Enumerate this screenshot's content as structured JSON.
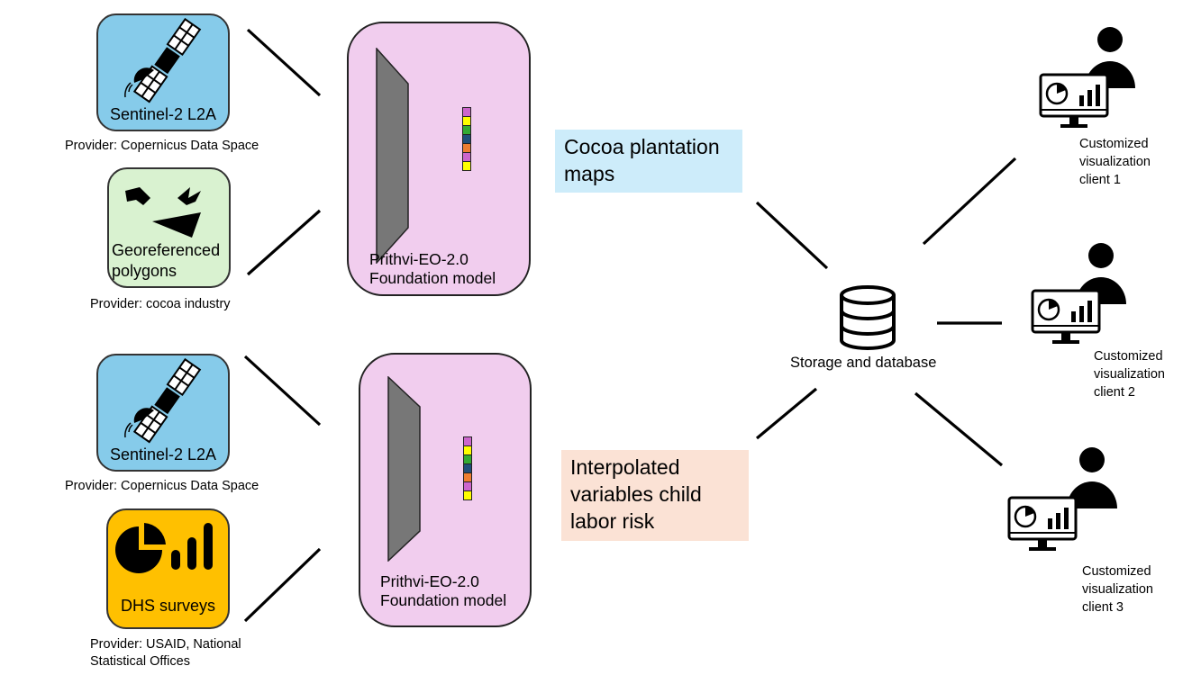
{
  "sources": [
    {
      "label": "Sentinel-2 L2A",
      "provider": "Provider: Copernicus Data Space",
      "icon": "satellite-icon",
      "color": "#86cbea"
    },
    {
      "label": "Georeferenced polygons",
      "provider": "Provider: cocoa industry",
      "icon": "polygons-icon",
      "color": "#d9f2d0"
    },
    {
      "label": "Sentinel-2 L2A",
      "provider": "Provider: Copernicus Data Space",
      "icon": "satellite-icon",
      "color": "#86cbea"
    },
    {
      "label": "DHS surveys",
      "provider_line1": "Provider: USAID, National",
      "provider_line2": "Statistical Offices",
      "icon": "chart-icon",
      "color": "#ffc000"
    }
  ],
  "models": [
    {
      "line1": "Prithvi-EO-2.0",
      "line2": "Foundation model",
      "color": "#f1cdee"
    },
    {
      "line1": "Prithvi-EO-2.0",
      "line2": "Foundation model",
      "color": "#f1cdee"
    }
  ],
  "embedding_colors": [
    "#cc66cc",
    "#ffff00",
    "#33aa33",
    "#1f4e79",
    "#ed7d31",
    "#cc66cc",
    "#ffff00"
  ],
  "outputs": [
    {
      "line1": "Cocoa plantation",
      "line2": "maps",
      "color": "#cdecfa"
    },
    {
      "line1": "Interpolated",
      "line2": "variables child",
      "line3": "labor risk",
      "color": "#fbe2d5"
    }
  ],
  "storage": {
    "label": "Storage and database",
    "icon": "database-icon"
  },
  "clients": [
    {
      "line1": "Customized",
      "line2": "visualization",
      "line3": "client 1"
    },
    {
      "line1": "Customized",
      "line2": "visualization",
      "line3": "client 2"
    },
    {
      "line1": "Customized",
      "line2": "visualization",
      "line3": "client 3"
    }
  ]
}
